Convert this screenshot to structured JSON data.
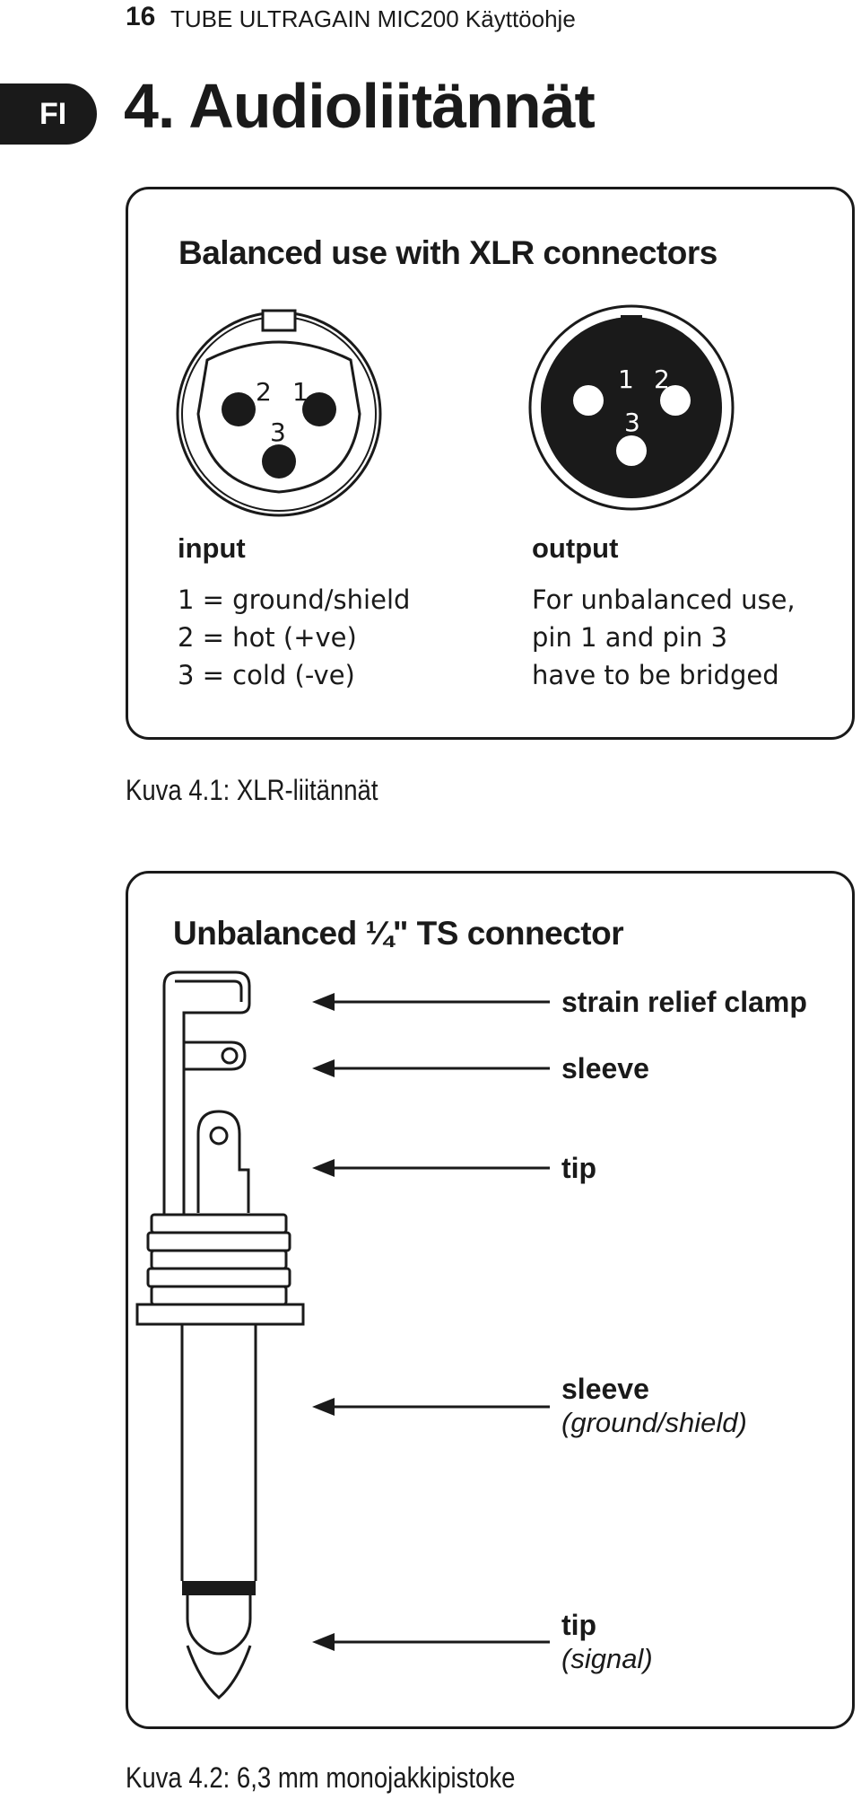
{
  "header": {
    "page_number": "16",
    "title": "TUBE ULTRAGAIN MIC200 Käyttöohje"
  },
  "lang_tab": "FI",
  "chapter_title": "4. Audioliitännät",
  "xlr_panel": {
    "title": "Balanced use with XLR connectors",
    "input_connector": {
      "pin_labels": [
        "2",
        "1",
        "3"
      ]
    },
    "output_connector": {
      "pin_labels": [
        "1",
        "2",
        "3"
      ]
    },
    "input": {
      "heading": "input",
      "lines": [
        "1 = ground/shield",
        "2 = hot (+ve)",
        "3 = cold (-ve)"
      ]
    },
    "output": {
      "heading": "output",
      "lines": [
        "For unbalanced use,",
        "pin 1 and pin 3",
        "have to be bridged"
      ]
    }
  },
  "caption_1": "Kuva 4.1: XLR-liitännät",
  "ts_panel": {
    "title": "Unbalanced ¼\" TS connector",
    "labels": [
      {
        "name": "strain relief clamp",
        "sub": ""
      },
      {
        "name": "sleeve",
        "sub": ""
      },
      {
        "name": "tip",
        "sub": ""
      },
      {
        "name": "sleeve",
        "sub": "(ground/shield)"
      },
      {
        "name": "tip",
        "sub": "(signal)"
      }
    ]
  },
  "caption_2": "Kuva 4.2: 6,3 mm monojakkipistoke",
  "colors": {
    "ink": "#1a1a1a",
    "background": "#ffffff"
  }
}
